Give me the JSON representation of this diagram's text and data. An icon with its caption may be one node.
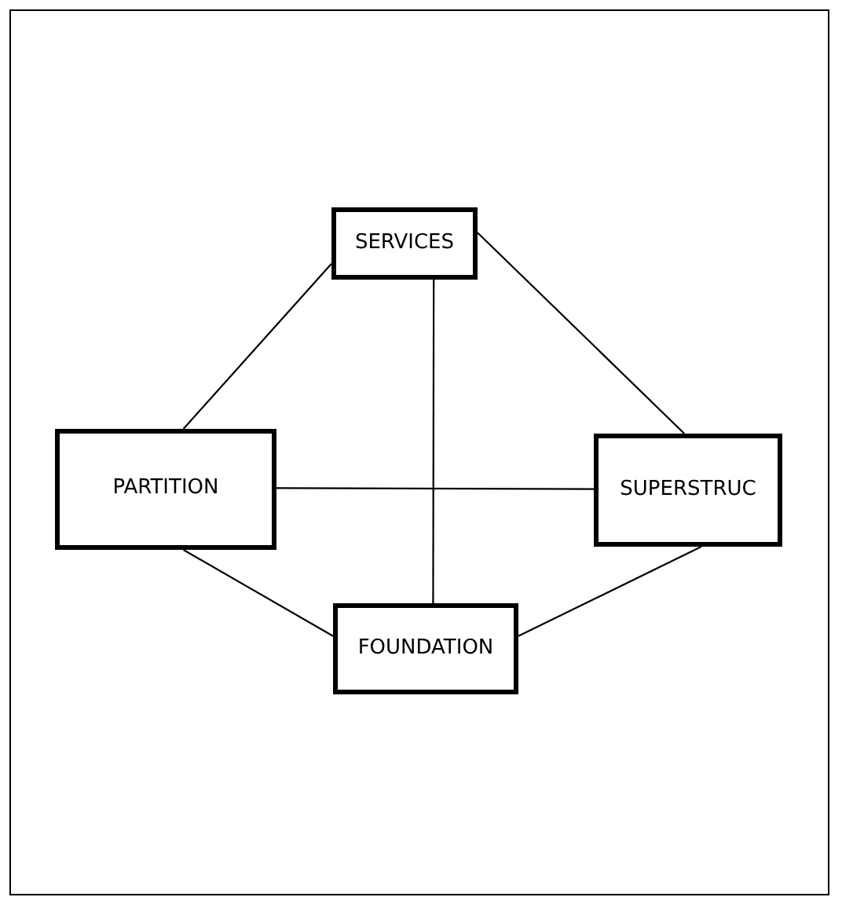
{
  "diagram": {
    "nodes": [
      {
        "text": [
          "SERVICES"
        ]
      },
      {
        "text": [
          "PARTITION"
        ]
      },
      {
        "text": [
          "SUPERSTRUC"
        ]
      },
      {
        "text": [
          "FOUNDATION"
        ]
      }
    ],
    "edges": [
      {
        "from": 0,
        "to": 1,
        "arrow": "none"
      },
      {
        "from": 0,
        "to": 2,
        "arrow": "none"
      },
      {
        "from": 0,
        "to": 3,
        "arrow": "none"
      },
      {
        "from": 1,
        "to": 2,
        "arrow": "none"
      },
      {
        "from": 1,
        "to": 3,
        "arrow": "none"
      },
      {
        "from": 2,
        "to": 3,
        "arrow": "none"
      }
    ]
  }
}
